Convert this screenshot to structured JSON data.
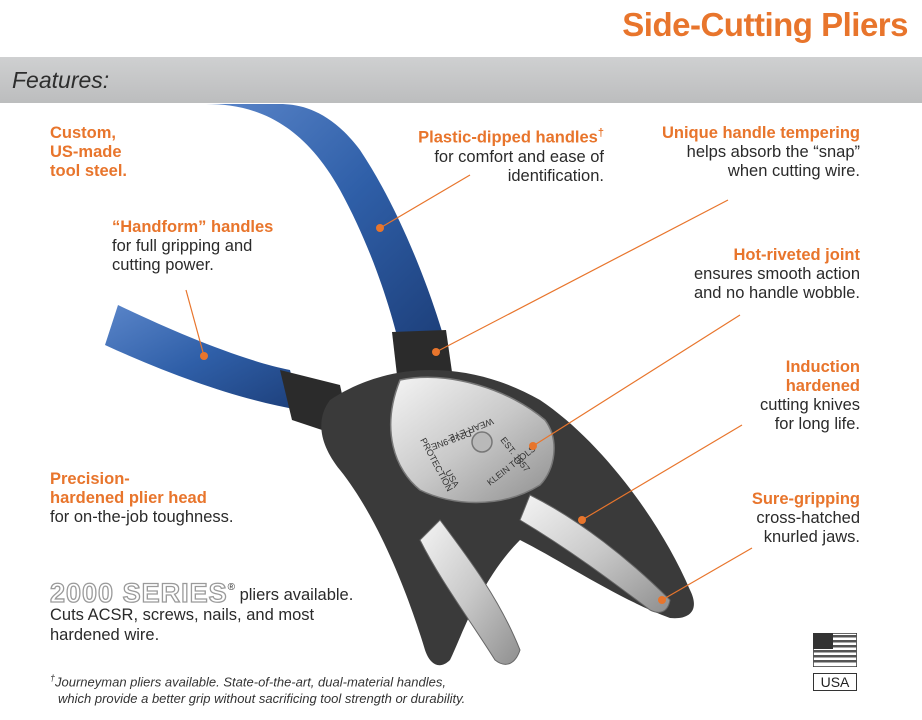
{
  "title": "Side-Cutting Pliers",
  "section_label": "Features:",
  "features": [
    {
      "head": "Custom,",
      "head2": "US-made",
      "head3": "tool steel."
    },
    {
      "head": "“Handform” handles",
      "body1": "for full gripping and",
      "body2": "cutting power."
    },
    {
      "head": "Plastic-dipped handles",
      "dagger": "†",
      "body1": "for comfort and ease of",
      "body2": "identification."
    },
    {
      "head": "Unique handle tempering",
      "body1": "helps absorb the “snap”",
      "body2": "when cutting wire."
    },
    {
      "head": "Hot-riveted joint",
      "body1": "ensures smooth action",
      "body2": "and no handle wobble."
    },
    {
      "head": "Induction",
      "head2": "hardened",
      "body1": "cutting knives",
      "body2": "for long life."
    },
    {
      "head": "Precision-",
      "head2": "hardened plier head",
      "body1": "for on-the-job toughness."
    },
    {
      "head": "Sure-gripping",
      "body1": "cross-hatched",
      "body2": "knurled jaws."
    }
  ],
  "series": {
    "logo": "2000 SERIES",
    "reg": "®",
    "suffix": " pliers available.",
    "line2": "Cuts ACSR, screws, nails, and most",
    "line3": "hardened wire."
  },
  "footnote": {
    "dagger": "†",
    "line1": "Journeyman pliers available. State-of-the-art, dual-material handles,",
    "line2": "which provide a better grip without sacrificing tool strength or durability."
  },
  "stamp": {
    "line1": "KLEIN TOOLS",
    "line2": "EST. 1857",
    "line3": "D213-9NE",
    "line4": "WEAR EYE",
    "line5": "PROTECTION",
    "line6": "USA"
  },
  "badge": {
    "label": "USA",
    "icon": "us-flag-icon"
  },
  "colors": {
    "accent": "#e8752c",
    "handle": "#2f5fa8",
    "band": "#c6c7c8"
  }
}
